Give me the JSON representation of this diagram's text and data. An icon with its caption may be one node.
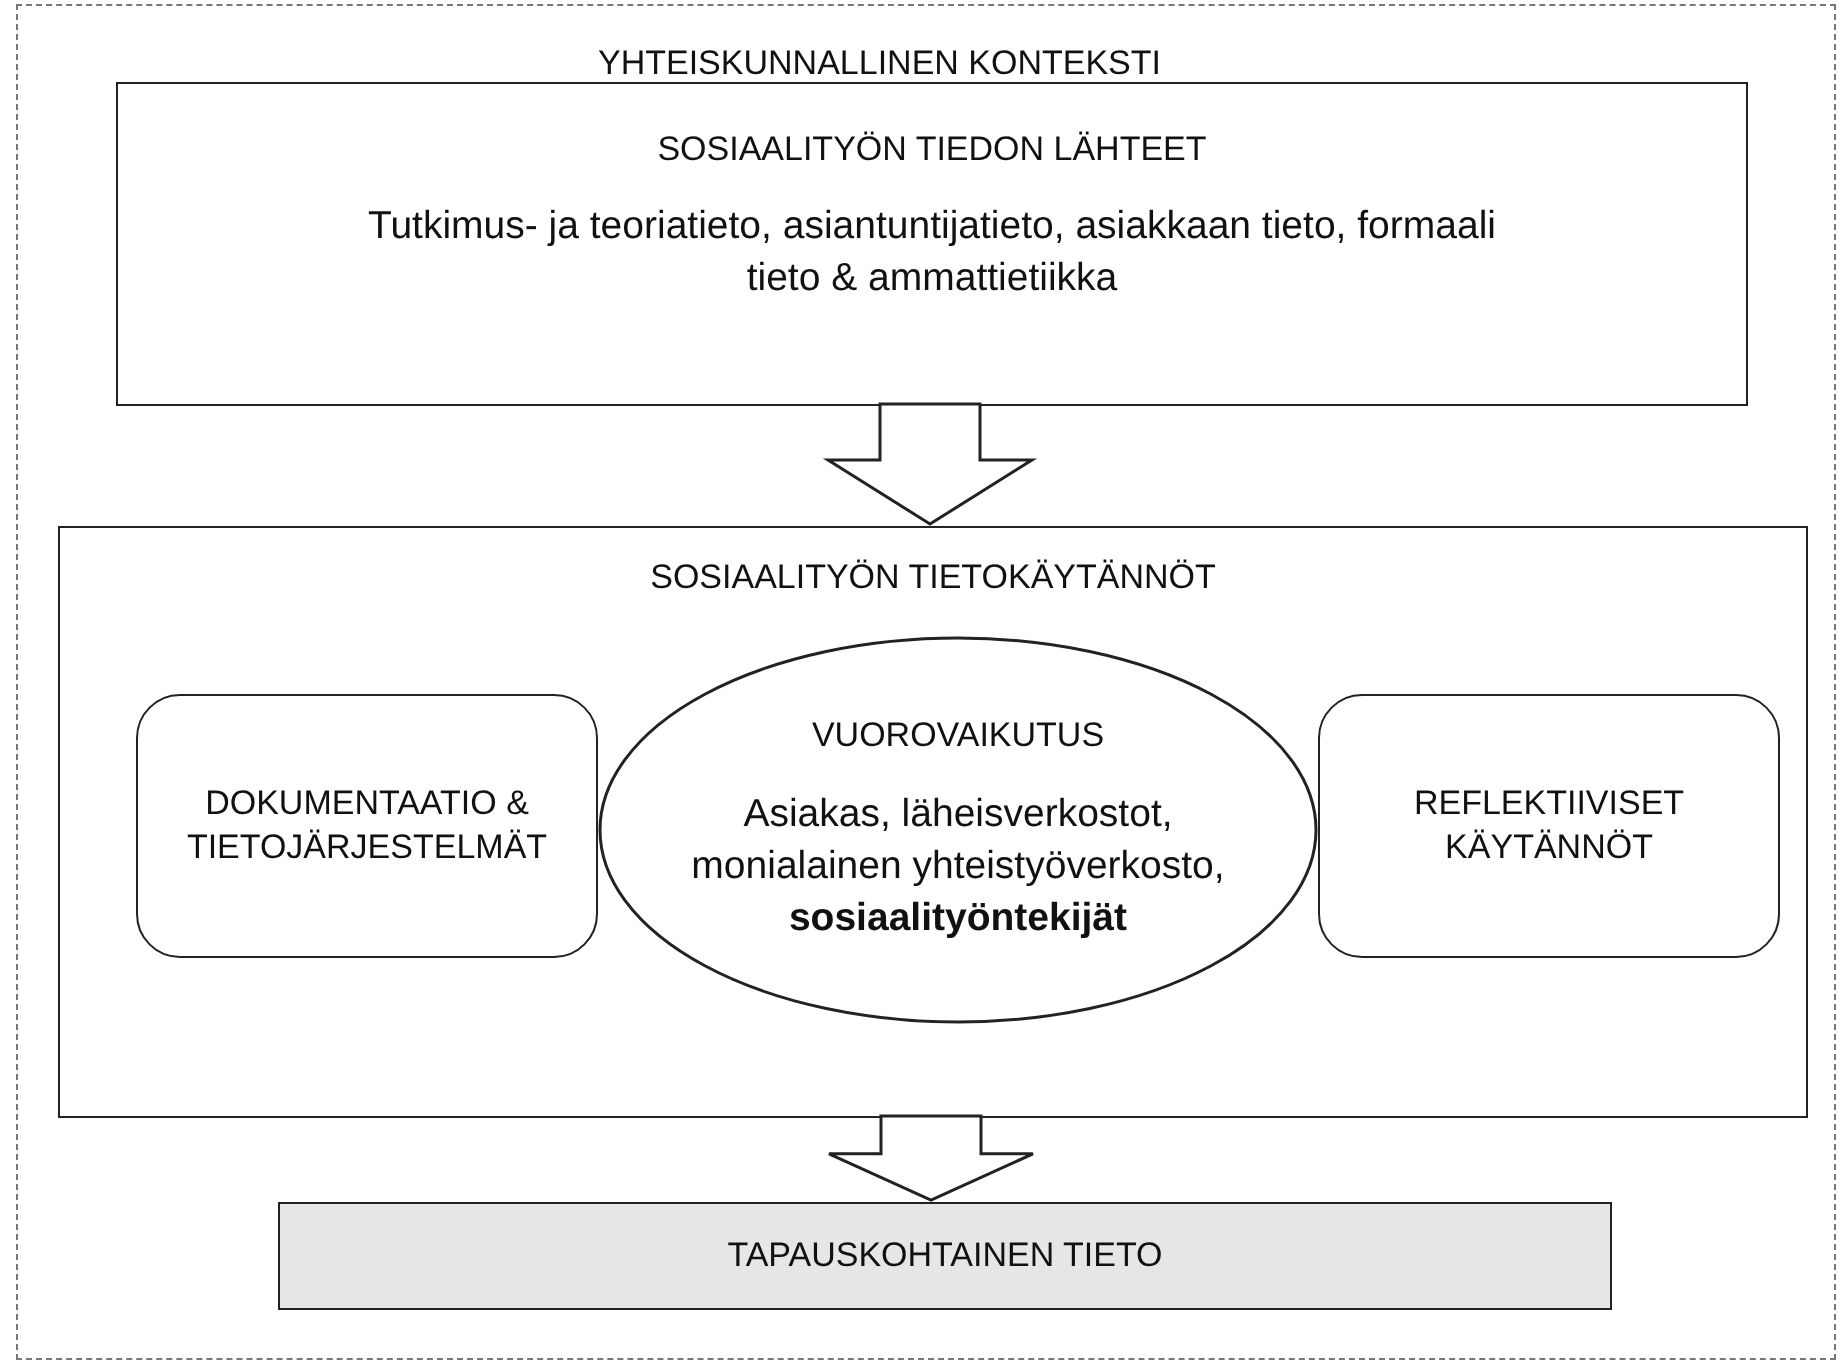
{
  "diagram": {
    "nodes": [
      {
        "text": [
          "YHTEISKUNNALLINEN KONTEKSTI"
        ]
      },
      {
        "text": [
          "SOSIAALITYÖN TIEDON LÄHTEET",
          "Tutkimus- ja teoriatieto, asiantuntijatieto, asiakkaan tieto, formaali tieto & ammattietiikka"
        ],
        "in": 0
      },
      {
        "text": [
          "SOSIAALITYÖN TIETOKÄYTÄNNÖT"
        ],
        "in": 0
      },
      {
        "text": [
          "DOKUMENTAATIO & TIETOJÄRJESTELMÄT"
        ],
        "in": 2
      },
      {
        "text": [
          "VUOROVAIKUTUS",
          "Asiakas, läheisverkostot, monialainen yhteistyöverkosto, **sosiaalityöntekijät**"
        ],
        "in": 2
      },
      {
        "text": [
          "REFLEKTIIVISET KÄYTÄNNÖT"
        ],
        "in": 2
      },
      {
        "text": [
          "TAPAUSKOHTAINEN TIETO"
        ],
        "in": 0
      }
    ],
    "edges": [
      {
        "from": 1,
        "to": 2,
        "arrow": "to"
      },
      {
        "from": 2,
        "to": 6,
        "arrow": "to"
      }
    ]
  }
}
